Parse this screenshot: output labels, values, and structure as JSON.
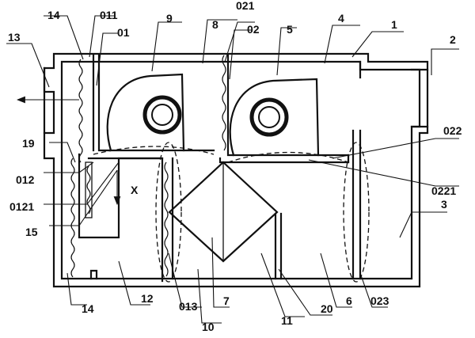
{
  "figure": {
    "labels": {
      "l1": "1",
      "l2": "2",
      "l3": "3",
      "l4": "4",
      "l5": "5",
      "l6": "6",
      "l7": "7",
      "l8": "8",
      "l9": "9",
      "l10": "10",
      "l11": "11",
      "l12": "12",
      "l13": "13",
      "l14a": "14",
      "l14b": "14",
      "l15": "15",
      "l19": "19",
      "l20": "20",
      "l01": "01",
      "l011": "011",
      "l012": "012",
      "l0121": "0121",
      "l013": "013",
      "l02": "02",
      "l021": "021",
      "l022": "022",
      "l0221": "0221",
      "l023": "023"
    },
    "direction_label": "X"
  }
}
